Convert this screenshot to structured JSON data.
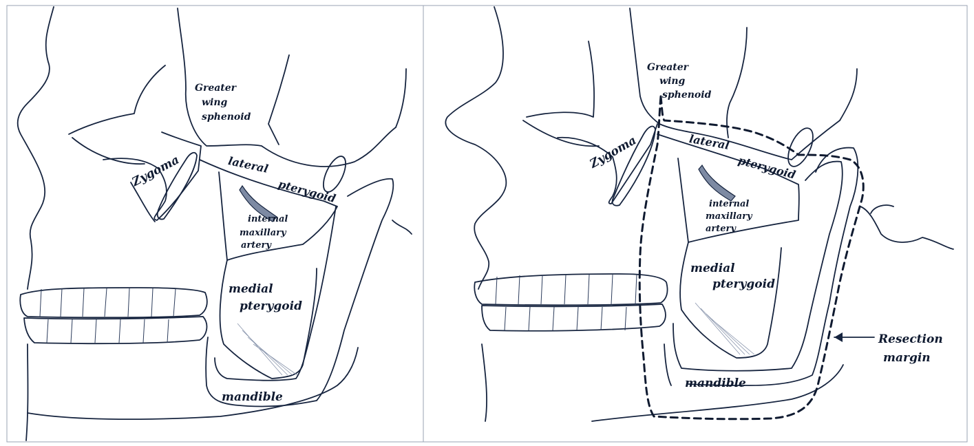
{
  "panels": {
    "left": {
      "labels": {
        "greater_wing_1": "Greater",
        "greater_wing_2": "wing",
        "greater_wing_3": "sphenoid",
        "zygoma": "Zygoma",
        "lateral": "lateral",
        "pterygoid": "pterygoid",
        "internal_1": "internal",
        "internal_2": "maxillary",
        "internal_3": "artery",
        "medial": "medial",
        "medial_pterygoid": "pterygoid",
        "mandible": "mandible"
      }
    },
    "right": {
      "labels": {
        "greater_wing_1": "Greater",
        "greater_wing_2": "wing",
        "greater_wing_3": "sphenoid",
        "zygoma": "Zygoma",
        "lateral": "lateral",
        "pterygoid": "pterygoid",
        "internal_1": "internal",
        "internal_2": "maxillary",
        "internal_3": "artery",
        "medial": "medial",
        "medial_pterygoid": "pterygoid",
        "mandible": "mandible",
        "resection_1": "Resection",
        "resection_2": "margin"
      }
    }
  }
}
